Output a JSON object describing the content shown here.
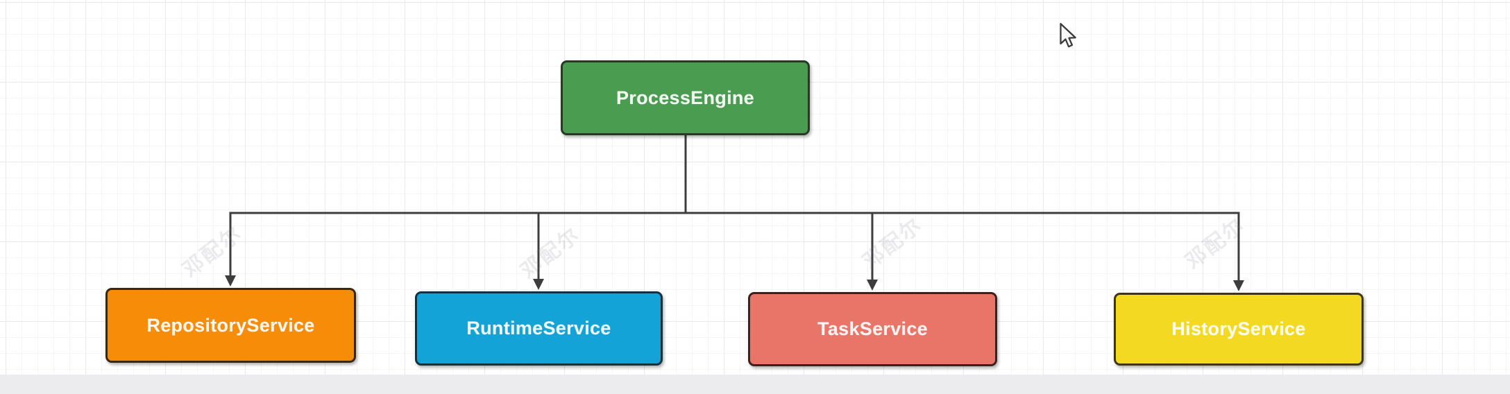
{
  "app": {
    "canvas_background": "#ffffff",
    "grid_minor_color": "#f5f5f8",
    "grid_major_color": "#e9e9ed",
    "bottom_bar_color": "#ececee"
  },
  "diagram": {
    "connector_color": "#3d3d3d",
    "watermark_text": "邓配尔",
    "nodes": [
      {
        "id": "process-engine",
        "label": "ProcessEngine",
        "fill": "#4a9c51",
        "border": "#263a24",
        "text_color": "#f2fbf2"
      },
      {
        "id": "repository-service",
        "label": "RepositoryService",
        "fill": "#f78c09",
        "border": "#38280d",
        "text_color": "#fdf6ec"
      },
      {
        "id": "runtime-service",
        "label": "RuntimeService",
        "fill": "#14a3d6",
        "border": "#15313d",
        "text_color": "#eefaff"
      },
      {
        "id": "task-service",
        "label": "TaskService",
        "fill": "#e97468",
        "border": "#3c211e",
        "text_color": "#fdf3f2"
      },
      {
        "id": "history-service",
        "label": "HistoryService",
        "fill": "#f4d923",
        "border": "#3c3716",
        "text_color": "#fefdf0"
      }
    ],
    "edges": [
      {
        "from": "process-engine",
        "to": "repository-service"
      },
      {
        "from": "process-engine",
        "to": "runtime-service"
      },
      {
        "from": "process-engine",
        "to": "task-service"
      },
      {
        "from": "process-engine",
        "to": "history-service"
      }
    ]
  },
  "cursor": {
    "type": "arrow-pointer"
  }
}
